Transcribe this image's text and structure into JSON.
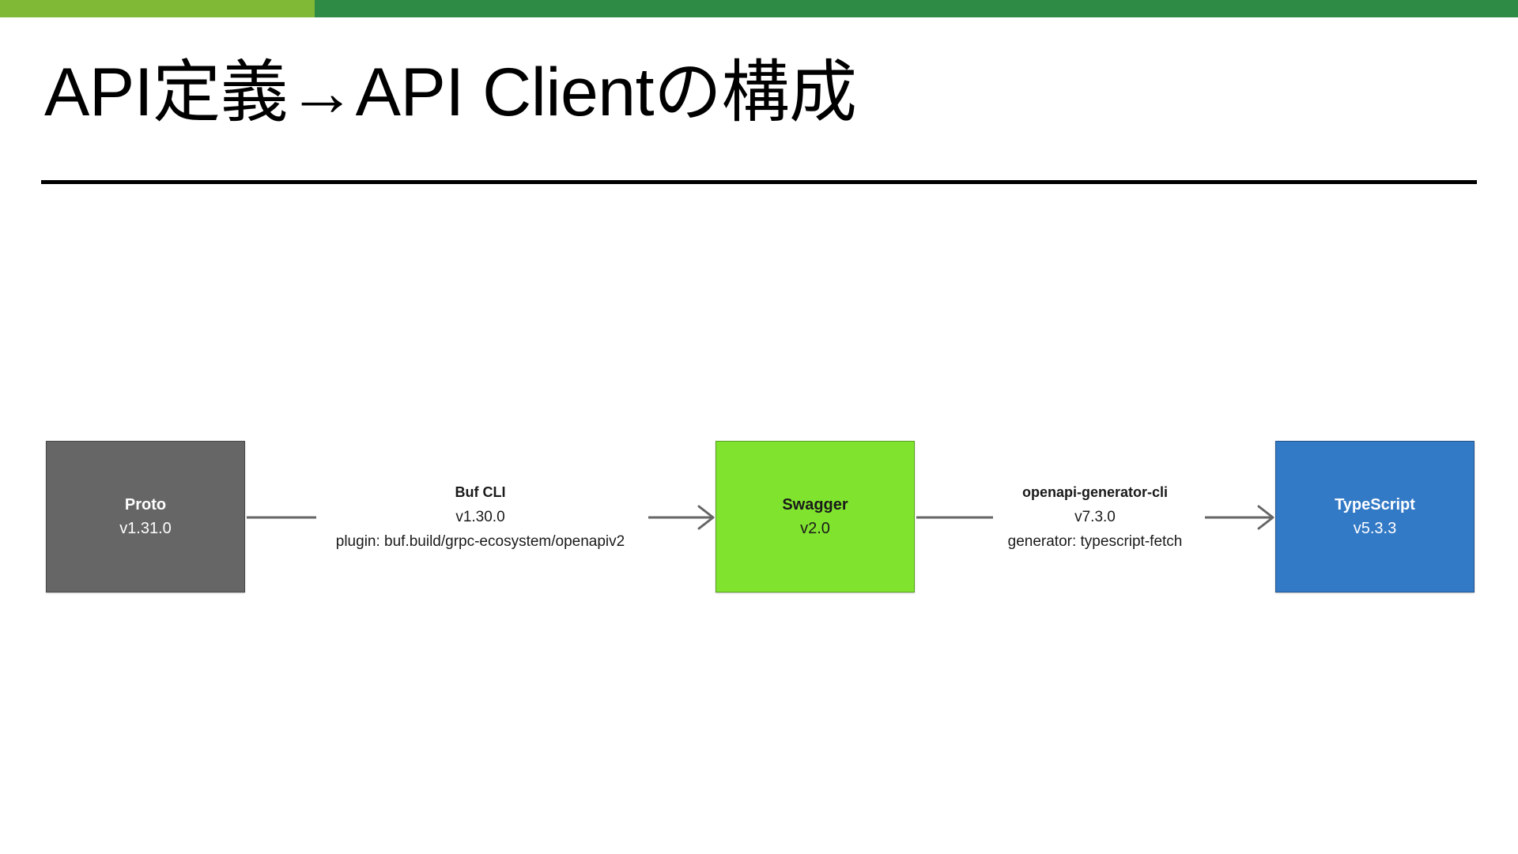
{
  "slide": {
    "title": "API定義→API Clientの構成",
    "accent_light": "#7FB935",
    "accent_dark": "#2E8B46",
    "rule_color": "#000000"
  },
  "diagram": {
    "type": "flow",
    "nodes": [
      {
        "id": "proto",
        "title": "Proto",
        "version": "v1.31.0",
        "fill": "#666666",
        "text_color": "#FFFFFF"
      },
      {
        "id": "swagger",
        "title": "Swagger",
        "version": "v2.0",
        "fill": "#80E42E",
        "text_color": "#1A1A1A"
      },
      {
        "id": "typescript",
        "title": "TypeScript",
        "version": "v5.3.3",
        "fill": "#3279C6",
        "text_color": "#FFFFFF"
      }
    ],
    "edges": [
      {
        "id": "proto-to-swagger",
        "from": "proto",
        "to": "swagger",
        "name": "Buf CLI",
        "version": "v1.30.0",
        "detail": "plugin: buf.build/grpc-ecosystem/openapiv2",
        "color": "#666666"
      },
      {
        "id": "swagger-to-typescript",
        "from": "swagger",
        "to": "typescript",
        "name": "openapi-generator-cli",
        "version": "v7.3.0",
        "detail": "generator: typescript-fetch",
        "color": "#666666"
      }
    ]
  }
}
